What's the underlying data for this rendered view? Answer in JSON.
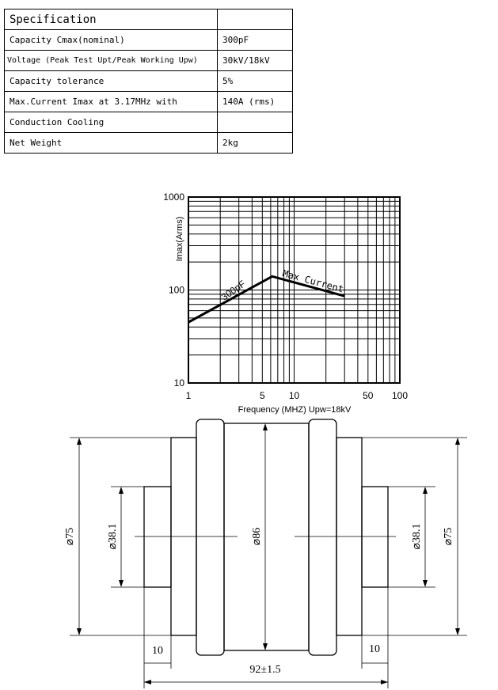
{
  "spec_table": {
    "title": "Specification",
    "rows": [
      {
        "label": "Capacity Cmax(nominal)",
        "value": "300pF"
      },
      {
        "label": "Voltage (Peak Test Upt/Peak Working Upw)",
        "value": "30kV/18kV"
      },
      {
        "label": "Capacity tolerance",
        "value": "5%"
      },
      {
        "label": "Max.Current Imax at 3.17MHz with",
        "value": "140A (rms)"
      },
      {
        "label": "Conduction Cooling",
        "value": ""
      },
      {
        "label": "Net Weight",
        "value": "2kg"
      }
    ]
  },
  "chart_data": {
    "type": "line",
    "title": "",
    "xlabel": "Frequency (MHZ) Upw=18kV",
    "ylabel": "Imax(Arms)",
    "xscale": "log",
    "yscale": "log",
    "xlim": [
      1,
      100
    ],
    "ylim": [
      10,
      1000
    ],
    "x_ticks": [
      1,
      5,
      10,
      50,
      100
    ],
    "y_ticks": [
      10,
      100,
      1000
    ],
    "grid": true,
    "series": [
      {
        "name": "300pF / Max Current",
        "x": [
          1,
          6.2,
          30
        ],
        "y": [
          45,
          140,
          86
        ]
      }
    ],
    "annotations": [
      "300pF",
      "Max Current"
    ]
  },
  "drawing": {
    "dims": {
      "left_outer": "⌀75",
      "left_terminal": "⌀38.1",
      "center": "⌀86",
      "right_terminal": "⌀38.1",
      "right_outer": "⌀75",
      "left_length": "10",
      "right_length": "10",
      "total_length": "92±1.5"
    }
  }
}
